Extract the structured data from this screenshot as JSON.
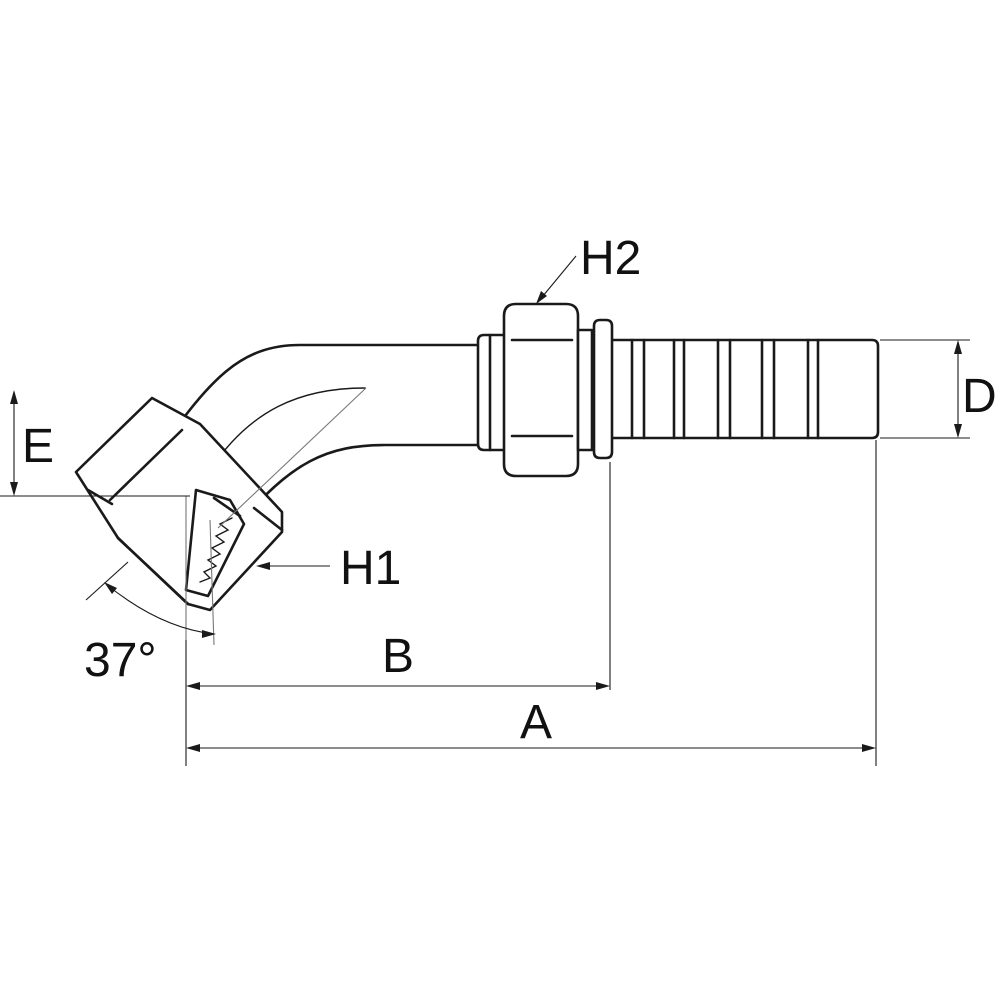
{
  "labels": {
    "h2": "H2",
    "h1": "H1",
    "d": "D",
    "e": "E",
    "angle": "37°",
    "b": "B",
    "a": "A"
  },
  "colors": {
    "line": "#1a1a1a",
    "background": "#ffffff"
  }
}
